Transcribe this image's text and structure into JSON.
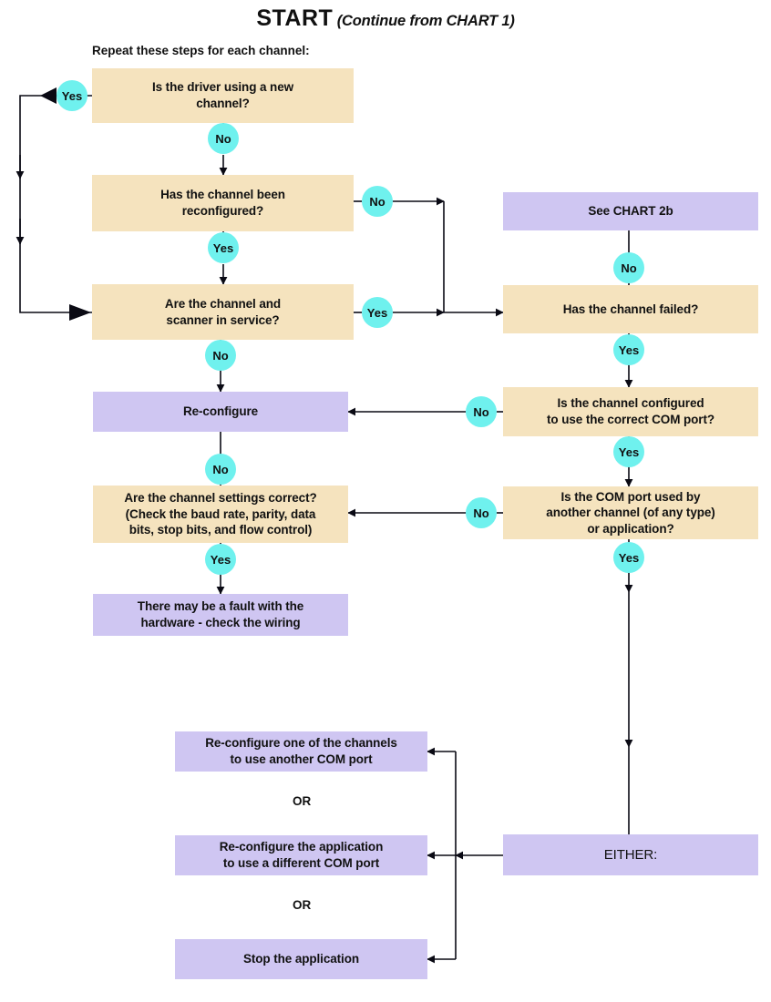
{
  "title": {
    "main": "START",
    "sub": "(Continue from CHART 1)"
  },
  "caption": "Repeat these steps for each channel:",
  "colors": {
    "decision_fill": "#F5E3BE",
    "process_fill": "#CFC6F2",
    "label_fill": "#6FF1EE",
    "line": "#0A0A14",
    "text": "#111111",
    "background": "#FFFFFF"
  },
  "nodes": {
    "driver_new_channel": "Is the driver using a new\nchannel?",
    "channel_reconfigured": "Has the channel been\nreconfigured?",
    "channel_scanner_in_service": "Are the channel and\nscanner in service?",
    "reconfigure": "Re-configure",
    "channel_settings_correct": "Are the channel settings correct?\n(Check the baud rate, parity, data\nbits, stop bits, and flow control)",
    "hardware_fault": "There may be a fault with the\nhardware - check the wiring",
    "see_chart_2b": "See CHART 2b",
    "channel_failed": "Has the channel failed?",
    "channel_correct_com_port": "Is the channel configured\nto use the correct COM port?",
    "com_port_used": "Is the COM port used by\nanother channel (of any type)\nor application?",
    "either": "EITHER:",
    "reconfigure_channel_com": "Re-configure one of the channels\nto use another COM port",
    "reconfigure_app_com": "Re-configure the application\nto use a different COM port",
    "stop_application": "Stop the application"
  },
  "edge_labels": {
    "driver_yes": "Yes",
    "driver_no": "No",
    "reconfigured_no": "No",
    "reconfigured_yes": "Yes",
    "in_service_yes": "Yes",
    "in_service_no": "No",
    "failed_no": "No",
    "failed_yes": "Yes",
    "com_port_no": "No",
    "com_port_yes": "Yes",
    "used_no": "No",
    "used_yes": "Yes",
    "settings_no": "No",
    "settings_yes": "Yes"
  },
  "connectors": {
    "or_1": "OR",
    "or_2": "OR"
  }
}
